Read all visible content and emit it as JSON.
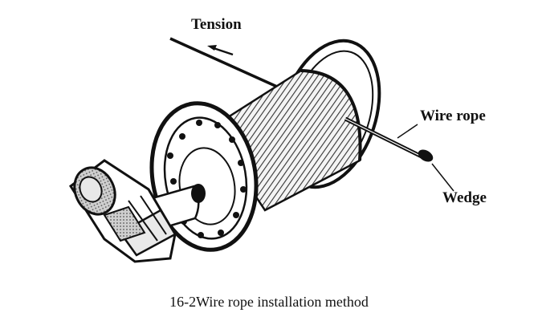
{
  "labels": {
    "tension": "Tension",
    "wire_rope": "Wire rope",
    "wedge": "Wedge"
  },
  "caption": "16-2Wire rope installation method",
  "colors": {
    "ink": "#111111",
    "paper": "#ffffff",
    "shade": "#555555"
  }
}
